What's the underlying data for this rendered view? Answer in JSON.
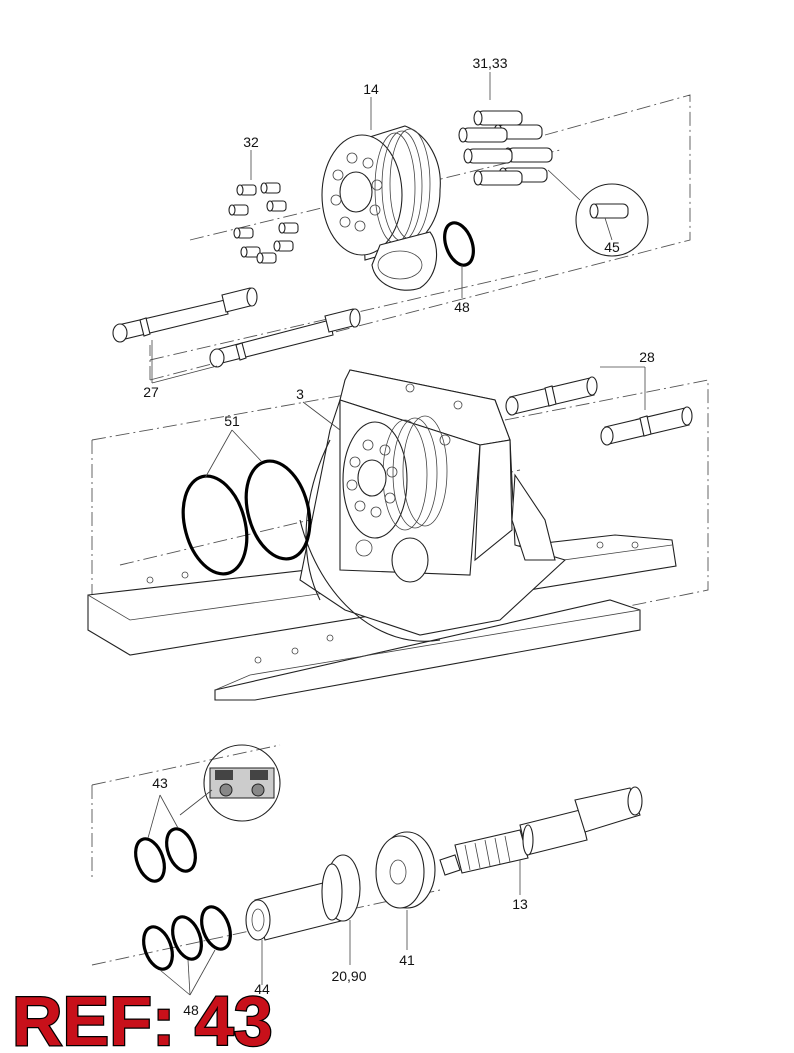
{
  "callouts": {
    "c_31_33": "31,33",
    "c_14": "14",
    "c_32": "32",
    "c_45": "45",
    "c_48_top": "48",
    "c_27": "27",
    "c_28": "28",
    "c_3": "3",
    "c_51": "51",
    "c_43": "43",
    "c_13": "13",
    "c_44": "44",
    "c_41": "41",
    "c_20_90": "20,90",
    "c_48_bottom": "48"
  },
  "ref_label": "REF: 43",
  "colors": {
    "ref": "#c8101a",
    "line": "#222222"
  }
}
